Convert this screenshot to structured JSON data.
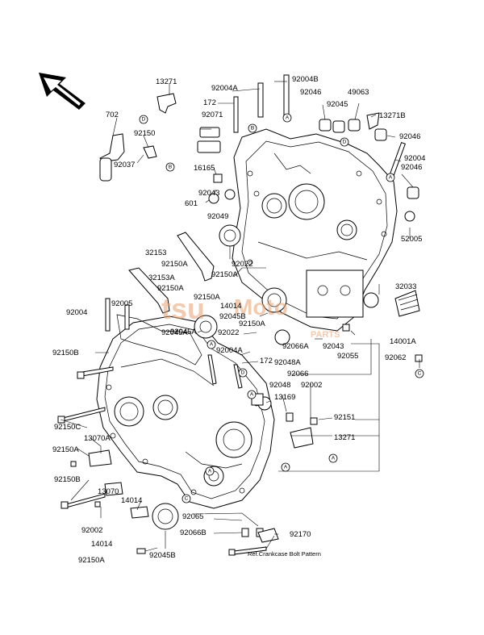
{
  "diagram": {
    "footnote": "Ref.Crankcase Bolt Pattern",
    "watermark_main": "tsu",
    "watermark_sub": "Moto",
    "watermark_parts": "PARTS",
    "labels": [
      "13271",
      "702",
      "92150",
      "92037",
      "92004A",
      "172",
      "92071",
      "16165",
      "92043",
      "601",
      "92049",
      "92004B",
      "92046",
      "49063",
      "92045",
      "13271B",
      "92046",
      "92004",
      "92046",
      "52005",
      "32153",
      "92150A",
      "32153A",
      "92150A",
      "92045A",
      "92022",
      "92150A",
      "92150A",
      "14014",
      "92045B",
      "92150A",
      "92022",
      "92004A",
      "172",
      "92048A",
      "92066A",
      "92043",
      "92055",
      "92066",
      "14001A",
      "32033",
      "92062",
      "92004",
      "92005",
      "92045A",
      "92150B",
      "92150C",
      "13070A",
      "92150A",
      "92150B",
      "13070",
      "92002",
      "14014",
      "14014",
      "92150A",
      "92045B",
      "92048",
      "13169",
      "92002",
      "92151",
      "13271",
      "92065",
      "92066B",
      "92170"
    ],
    "circle_markers": [
      "D",
      "B",
      "B",
      "A",
      "A",
      "D",
      "A",
      "D",
      "A",
      "A",
      "A",
      "C",
      "C",
      "A"
    ]
  }
}
